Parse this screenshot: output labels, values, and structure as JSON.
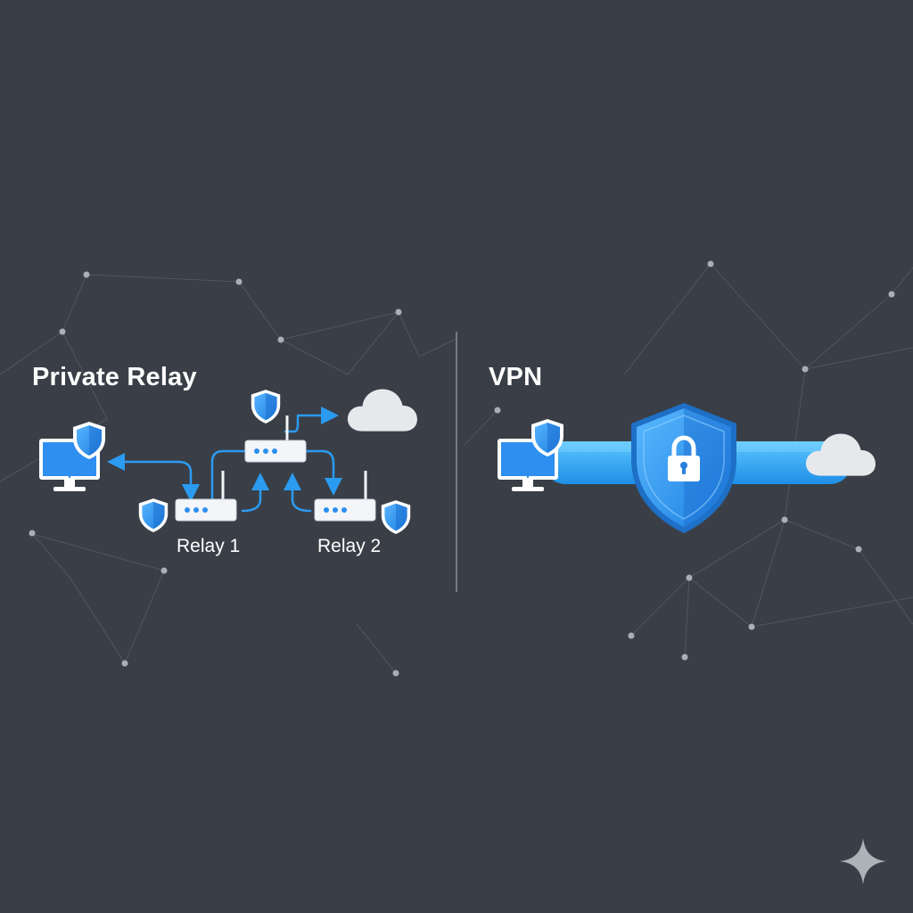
{
  "left_panel": {
    "title": "Private Relay",
    "relays": [
      {
        "label": "Relay 1"
      },
      {
        "label": "Relay 2"
      }
    ]
  },
  "right_panel": {
    "title": "VPN"
  },
  "colors": {
    "background": "#3a3f47",
    "accent_blue": "#2b8ff0",
    "shield_blue": "#3d9cf0",
    "tunnel_blue": "#2fa8f2",
    "device_white": "#ffffff",
    "cloud_gray": "#e6e8ec",
    "divider": "#8a9099"
  },
  "icons": [
    "monitor-icon",
    "shield-icon",
    "router-icon",
    "cloud-icon",
    "arrow-icon",
    "lock-icon",
    "sparkle-icon"
  ]
}
